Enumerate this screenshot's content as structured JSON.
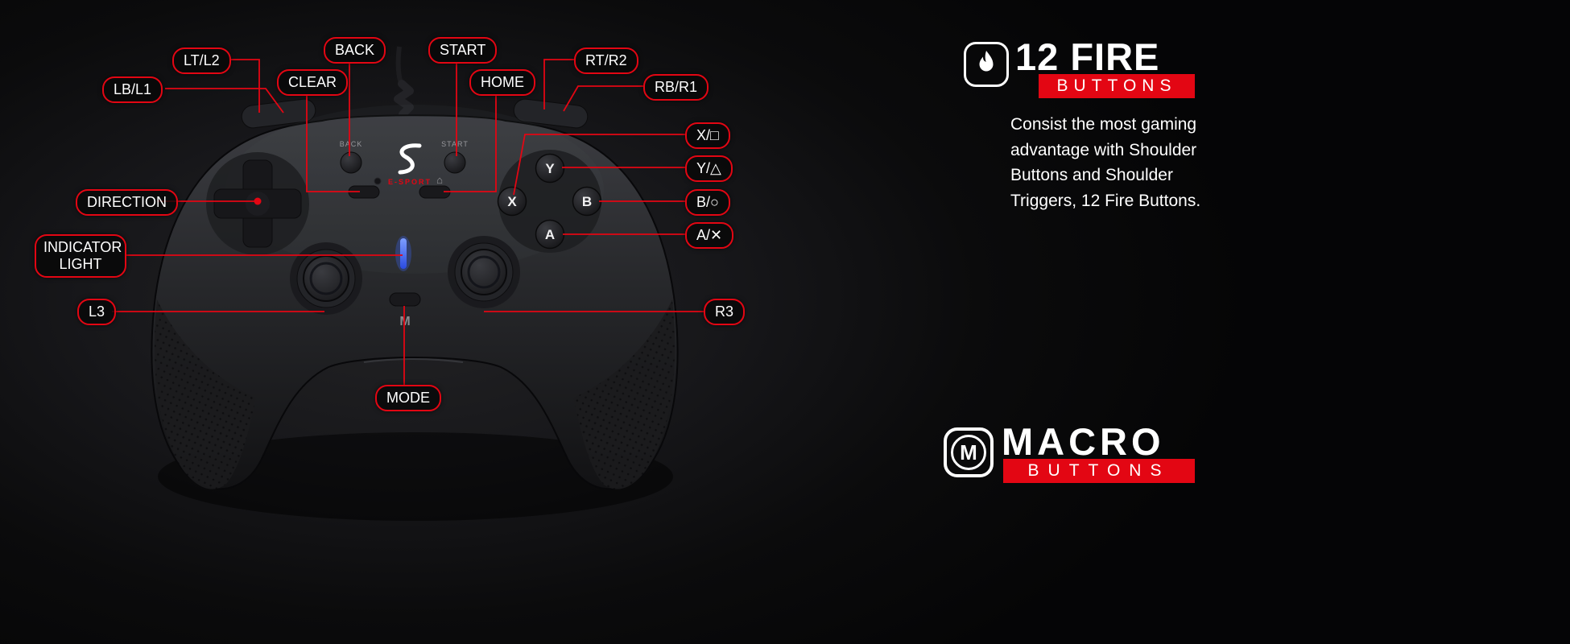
{
  "callouts": {
    "lt_l2": "LT/L2",
    "lb_l1": "LB/L1",
    "back": "BACK",
    "clear": "CLEAR",
    "start": "START",
    "home": "HOME",
    "rt_r2": "RT/R2",
    "rb_r1": "RB/R1",
    "x_square": "X/□",
    "y_triangle": "Y/△",
    "b_circle": "B/○",
    "a_cross": "A/✕",
    "direction": "DIRECTION",
    "indicator_light": "INDICATOR LIGHT",
    "l3": "L3",
    "r3": "R3",
    "mode": "MODE"
  },
  "controller": {
    "back": "BACK",
    "start": "START",
    "btn_y": "Y",
    "btn_x": "X",
    "btn_b": "B",
    "btn_a": "A",
    "mode": "M",
    "brand": "E-SPORT",
    "home_glyph": "⌂"
  },
  "panel_fire": {
    "title": "12 FIRE",
    "badge": "BUTTONS",
    "description_lines": [
      "Consist the most gaming",
      "advantage with Shoulder",
      "Buttons and Shoulder",
      "Triggers, 12 Fire Buttons."
    ]
  },
  "panel_macro": {
    "title": "MACRO",
    "badge": "BUTTONS",
    "monogram": "M"
  },
  "colors": {
    "accent_red": "#e30613",
    "led_blue": "#3d66ff"
  }
}
